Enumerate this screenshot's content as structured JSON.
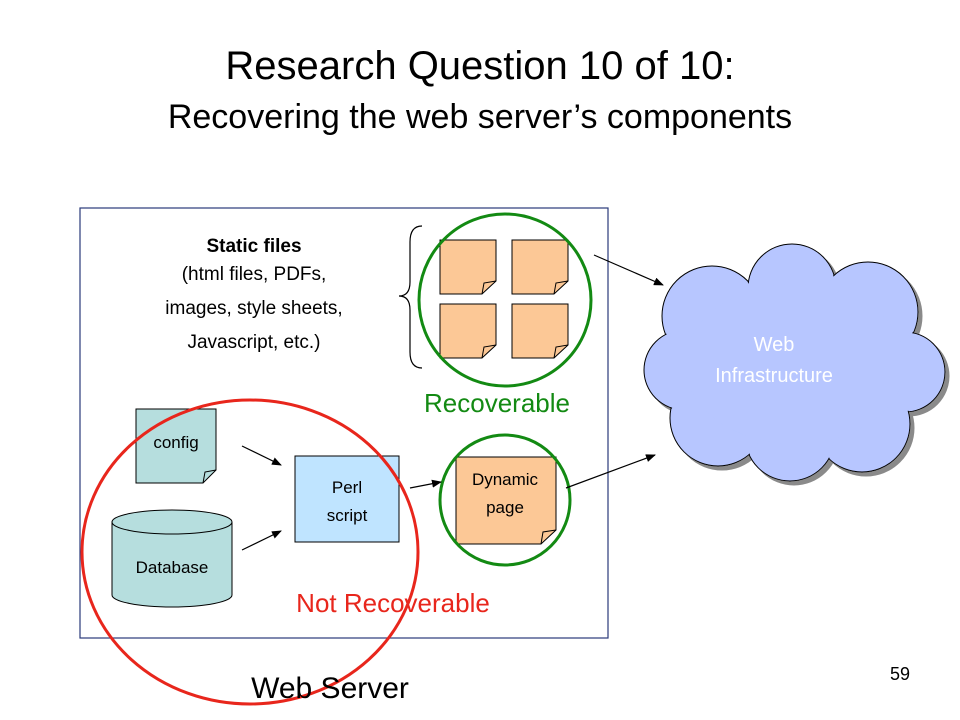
{
  "slide": {
    "title": "Research Question 10 of 10:",
    "subtitle": "Recovering the web server’s components",
    "page_number": "59"
  },
  "diagram": {
    "static_files": {
      "heading": "Static files",
      "lines": [
        "(html files, PDFs,",
        "images, style sheets,",
        "Javascript, etc.)"
      ]
    },
    "config_label": "config",
    "database_label": "Database",
    "perl_script_lines": [
      "Perl",
      "script"
    ],
    "dynamic_page_lines": [
      "Dynamic",
      "page"
    ],
    "web_infrastructure_lines": [
      "Web",
      "Infrastructure"
    ],
    "recoverable_label": "Recoverable",
    "not_recoverable_label": "Not Recoverable",
    "web_server_label": "Web Server",
    "colors": {
      "recoverable": "#138a13",
      "not_recoverable": "#e8261c",
      "file_fill": "#fcc896",
      "cloud_fill": "#b7c6ff",
      "config_fill": "#b6dede",
      "perl_fill": "#bfe4ff",
      "server_border": "#2a3a7a"
    }
  }
}
